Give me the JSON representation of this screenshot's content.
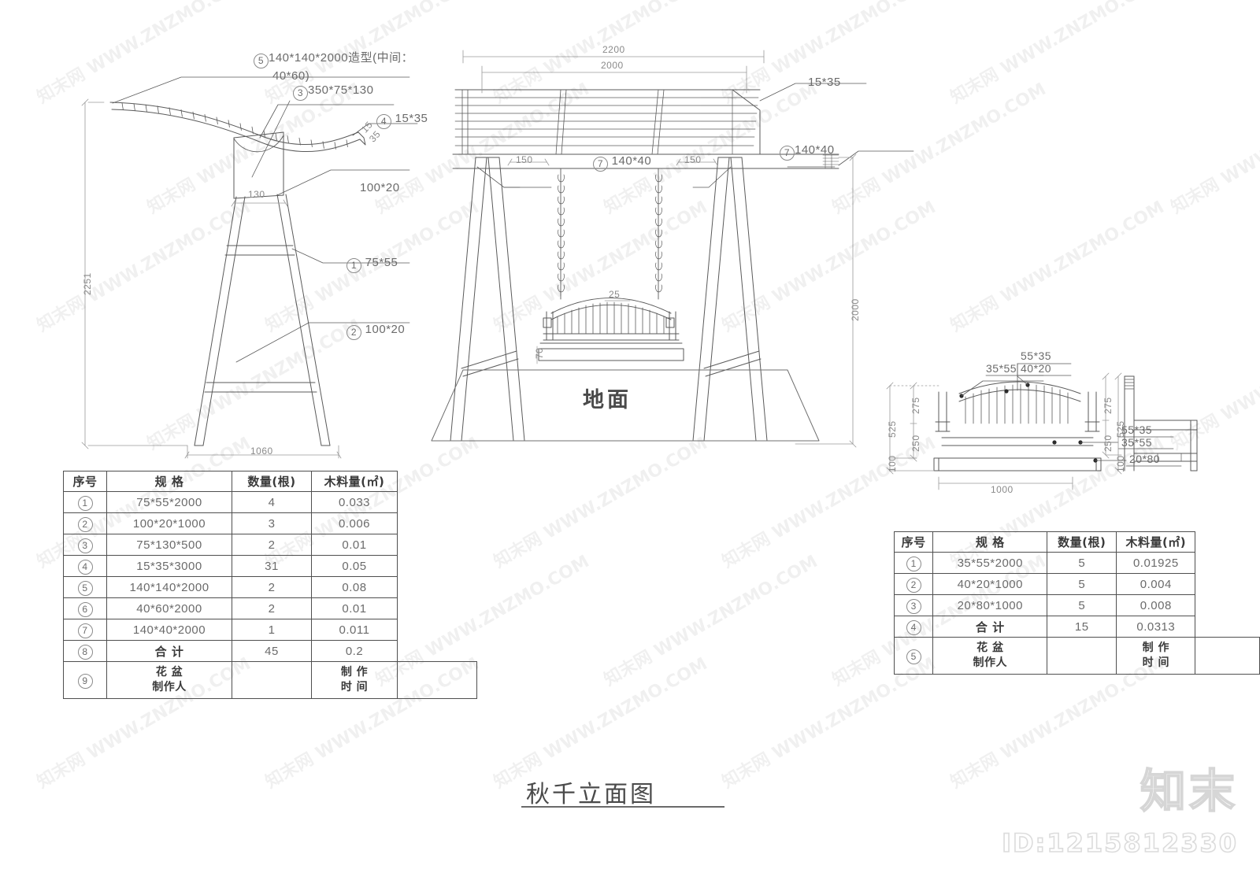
{
  "drawing": {
    "title": "秋千立面图",
    "ground_label": "地面",
    "watermark_text": "知末网 WWW.ZNZMO.COM",
    "brand": "知末",
    "brand_id": "ID:1215812330"
  },
  "left_view": {
    "name": "side-elevation",
    "callouts": [
      {
        "id": "5",
        "text": "140*140*2000造型(中间："
      },
      {
        "id": "",
        "text": "40*60)"
      },
      {
        "id": "3",
        "text": "350*75*130"
      },
      {
        "id": "4",
        "text": "15*35"
      },
      {
        "id": "",
        "text": "100*20"
      },
      {
        "id": "1",
        "text": "75*55"
      },
      {
        "id": "2",
        "text": "100*20"
      }
    ],
    "dims": {
      "height": "2251",
      "top_width": "130",
      "base_width": "1060",
      "roof_thk_a": "15",
      "roof_thk_b": "35"
    }
  },
  "center_view": {
    "name": "front-elevation",
    "dims": {
      "overall_width": "2200",
      "inner_width": "2000",
      "height": "2000",
      "beam_offset_left": "150",
      "beam_offset_right": "150",
      "seat_top": "25",
      "seat_bottom": "70"
    },
    "callouts": [
      {
        "id": "",
        "text": "15*35"
      },
      {
        "id": "7",
        "text": "140*40"
      },
      {
        "id": "7",
        "text": "140*40"
      }
    ]
  },
  "right_view": {
    "name": "bench-detail",
    "front_labels": [
      "35*55",
      "55*35",
      "40*20",
      "55*35",
      "35*55",
      "20*80"
    ],
    "dims_front": {
      "upper": "275",
      "lower": "250",
      "total": "525",
      "foot": "100",
      "width": "1000"
    },
    "dims_side": {
      "upper": "275",
      "lower": "250",
      "total": "525",
      "foot": "100"
    }
  },
  "table_left": {
    "name": "swing-material-table",
    "headers": [
      "序号",
      "规 格",
      "数量(根)",
      "木料量(㎡)"
    ],
    "rows": [
      {
        "idx": "1",
        "spec": "75*55*2000",
        "qty": "4",
        "vol": "0.033"
      },
      {
        "idx": "2",
        "spec": "100*20*1000",
        "qty": "3",
        "vol": "0.006"
      },
      {
        "idx": "3",
        "spec": "75*130*500",
        "qty": "2",
        "vol": "0.01"
      },
      {
        "idx": "4",
        "spec": "15*35*3000",
        "qty": "31",
        "vol": "0.05"
      },
      {
        "idx": "5",
        "spec": "140*140*2000",
        "qty": "2",
        "vol": "0.08"
      },
      {
        "idx": "6",
        "spec": "40*60*2000",
        "qty": "2",
        "vol": "0.01"
      },
      {
        "idx": "7",
        "spec": "140*40*2000",
        "qty": "1",
        "vol": "0.011"
      },
      {
        "idx": "8",
        "spec": "合 计",
        "qty": "45",
        "vol": "0.2"
      }
    ],
    "footer": {
      "idx": "9",
      "maker_label": "花 盆\n制作人",
      "maker_value": "",
      "time_label": "制 作\n时 间",
      "time_value": ""
    }
  },
  "table_right": {
    "name": "bench-material-table",
    "headers": [
      "序号",
      "规 格",
      "数量(根)",
      "木料量(㎡)"
    ],
    "rows": [
      {
        "idx": "1",
        "spec": "35*55*2000",
        "qty": "5",
        "vol": "0.01925"
      },
      {
        "idx": "2",
        "spec": "40*20*1000",
        "qty": "5",
        "vol": "0.004"
      },
      {
        "idx": "3",
        "spec": "20*80*1000",
        "qty": "5",
        "vol": "0.008"
      },
      {
        "idx": "4",
        "spec": "合 计",
        "qty": "15",
        "vol": "0.0313"
      }
    ],
    "footer": {
      "idx": "5",
      "maker_label": "花 盆\n制作人",
      "maker_value": "",
      "time_label": "制 作\n时 间",
      "time_value": ""
    }
  }
}
